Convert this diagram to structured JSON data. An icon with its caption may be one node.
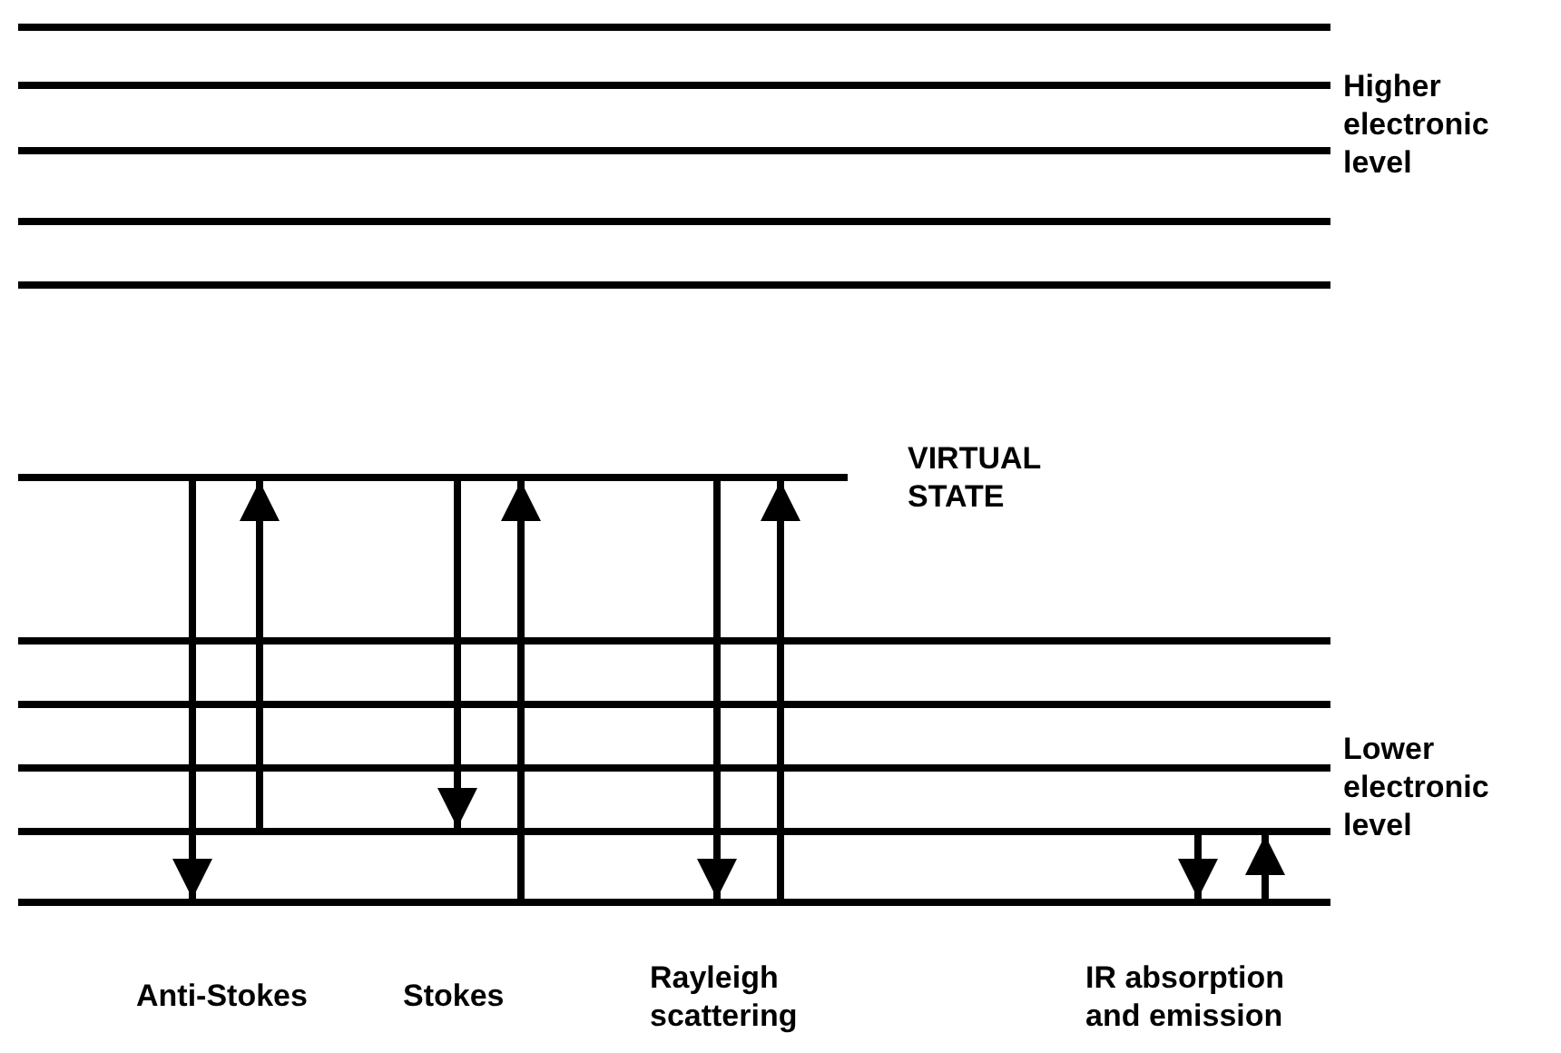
{
  "diagram": {
    "nodes": [
      {
        "text": [],
        "shape": "bar"
      },
      {
        "text": [],
        "shape": "bar",
        "beside": [
          "Higher electronic level"
        ]
      },
      {
        "text": [],
        "shape": "bar"
      },
      {
        "text": [],
        "shape": "bar"
      },
      {
        "text": [],
        "shape": "bar"
      },
      {
        "text": [],
        "shape": "bar",
        "beside": [
          "VIRTUAL STATE"
        ]
      },
      {
        "text": [],
        "shape": "bar"
      },
      {
        "text": [],
        "shape": "bar"
      },
      {
        "text": [],
        "shape": "bar"
      },
      {
        "text": [],
        "shape": "bar"
      },
      {
        "text": [],
        "shape": "bar"
      }
    ],
    "edges": [
      {
        "from": 5,
        "to": 10,
        "arrow": "to"
      },
      {
        "from": 9,
        "to": 5,
        "arrow": "to"
      },
      {
        "from": 5,
        "to": 9,
        "arrow": "to"
      },
      {
        "from": 10,
        "to": 5,
        "arrow": "to"
      },
      {
        "from": 5,
        "to": 10,
        "arrow": "to"
      },
      {
        "from": 10,
        "to": 5,
        "arrow": "to"
      },
      {
        "from": 9,
        "to": 10,
        "arrow": "to"
      },
      {
        "from": 10,
        "to": 9,
        "arrow": "to"
      }
    ],
    "labels": [
      "Lower electronic level",
      "Anti-Stokes",
      "Stokes",
      "Rayleigh scattering",
      "IR absorption and emission"
    ]
  }
}
